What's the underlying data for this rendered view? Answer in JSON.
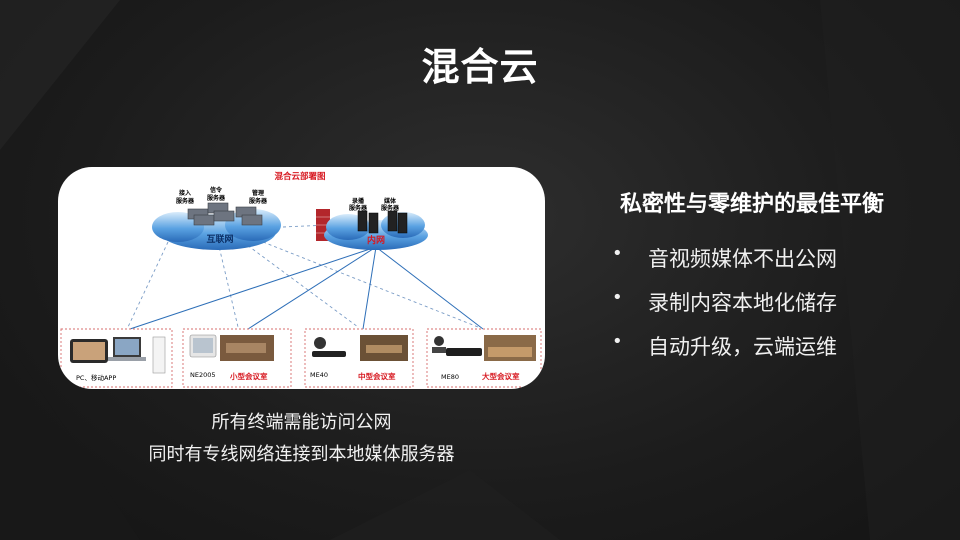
{
  "title": "混合云",
  "diagram": {
    "title": "混合云部署图",
    "internet_cloud": {
      "label": "互联网",
      "servers": [
        "接入\n服务器",
        "信令\n服务器",
        "管理\n服务器"
      ]
    },
    "intranet_cloud": {
      "label": "内网",
      "servers": [
        "录播\n服务器",
        "媒体\n服务器"
      ]
    },
    "endpoints": [
      {
        "device": "PC、移动APP",
        "room": ""
      },
      {
        "device": "NE2005",
        "room": "小型会议室"
      },
      {
        "device": "ME40",
        "room": "中型会议室"
      },
      {
        "device": "ME80",
        "room": "大型会议室"
      }
    ]
  },
  "captions": [
    "所有终端需能访问公网",
    "同时有专线网络连接到本地媒体服务器"
  ],
  "subtitle": "私密性与零维护的最佳平衡",
  "bullets": [
    {
      "marker": "•",
      "text": "音视频媒体不出公网"
    },
    {
      "marker": "•",
      "text": "录制内容本地化储存"
    },
    {
      "marker": "•",
      "text": "自动升级，云端运维"
    }
  ],
  "colors": {
    "accent_red": "#d71921",
    "cloud_blue": "#2f79c8",
    "link_blue": "#2e6fb8"
  }
}
